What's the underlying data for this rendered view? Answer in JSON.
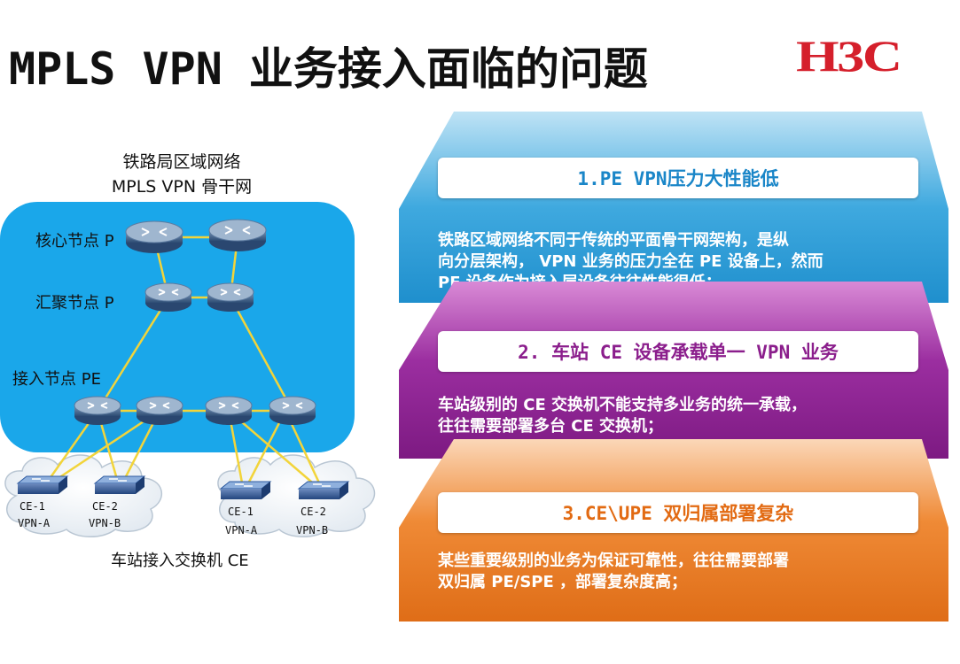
{
  "title": "MPLS VPN 业务接入面临的问题",
  "logo_text": "H3C",
  "network": {
    "title_line1": "铁路局区域网络",
    "title_line2": "MPLS VPN 骨干网",
    "label_core": "核心节点 P",
    "label_agg": "汇聚节点 P",
    "label_access": "接入节点 PE",
    "bottom_label": "车站接入交换机 CE",
    "ce": [
      {
        "name": "CE-1",
        "vpn": "VPN-A"
      },
      {
        "name": "CE-2",
        "vpn": "VPN-B"
      },
      {
        "name": "CE-1",
        "vpn": "VPN-A"
      },
      {
        "name": "CE-2",
        "vpn": "VPN-B"
      }
    ]
  },
  "issues": [
    {
      "heading": "1.PE VPN压力大性能低",
      "lines": [
        "铁路区域网络不同于传统的平面骨干网架构，是纵",
        "向分层架构， VPN 业务的压力全在 PE 设备上，然而",
        "PE 设备作为接入层设备往往性能很低；"
      ],
      "color": "#2a9fd6",
      "heading_color": "#1a86c8"
    },
    {
      "heading": "2. 车站 CE 设备承载单一 VPN 业务",
      "lines": [
        "车站级别的 CE 交换机不能支持多业务的统一承载，",
        "往往需要部署多台 CE 交换机；"
      ],
      "color": "#8b1e8c",
      "heading_color": "#8b1e8c"
    },
    {
      "heading": "3.CE\\UPE 双归属部署复杂",
      "lines": [
        "某些重要级别的业务为保证可靠性，往往需要部署",
        "双归属 PE/SPE ，部署复杂度高；"
      ],
      "color": "#e5731c",
      "heading_color": "#e26a12"
    }
  ]
}
